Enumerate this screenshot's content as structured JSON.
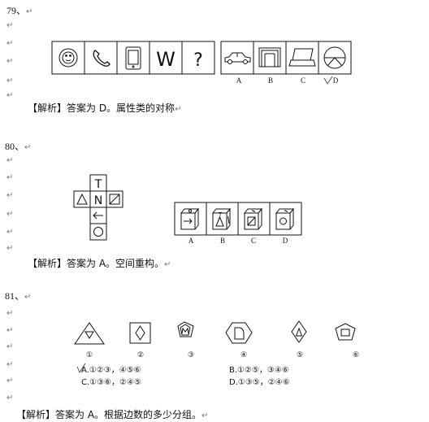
{
  "return_mark": "↵",
  "q79": {
    "number": "79、",
    "sequence_icons": [
      "smiley-face-icon",
      "phone-icon",
      "tablet-icon",
      "letter-w-icon",
      "question-mark-icon"
    ],
    "letter_w": "W",
    "question_mark": "?",
    "option_icons": [
      "car-icon",
      "door-frame-icon",
      "laptop-icon",
      "pie-circle-icon"
    ],
    "option_labels": [
      "A",
      "B",
      "C",
      "D"
    ],
    "explanation": "【解析】答案为 D。属性类的对称"
  },
  "q80": {
    "number": "80、",
    "net_letters": [
      "T",
      "N"
    ],
    "option_labels": [
      "A",
      "B",
      "C",
      "D"
    ],
    "cube_letter": "T",
    "explanation": "【解析】答案为 A。空间重构。"
  },
  "q81": {
    "number": "81、",
    "figure_labels": [
      "①",
      "②",
      "③",
      "④",
      "⑤",
      "⑥"
    ],
    "figure_icons": [
      "triangle-in-triangle-icon",
      "diamond-in-square-icon",
      "m-in-pentagon-icon",
      "d-shape-in-hexagon-icon",
      "triangle-in-diamond-icon",
      "square-in-pentagon-icon"
    ],
    "options": {
      "A": "A.①②③，④⑤⑥",
      "B": "B.①②⑤，③④⑥",
      "C": "C.①③⑥，②④⑤",
      "D": "D.①③⑤，②④⑥"
    },
    "explanation": "【解析】答案为 A。根据边数的多少分组。"
  }
}
